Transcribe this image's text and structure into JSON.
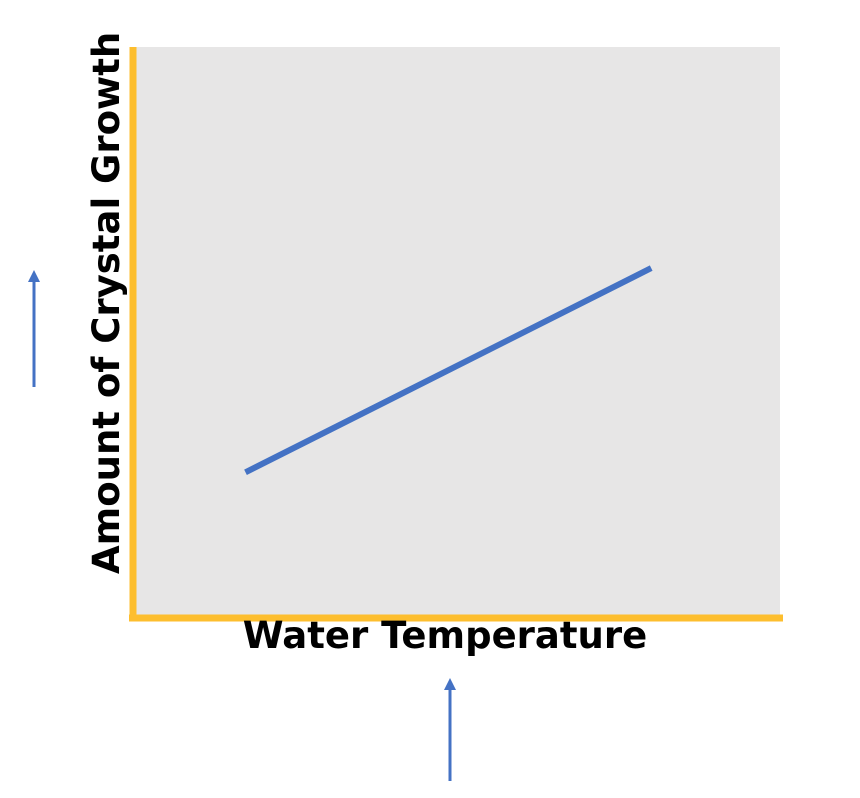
{
  "chart_data": {
    "type": "line",
    "title": "",
    "xlabel": "Water Temperature",
    "ylabel": "Amount of Crystal Growth",
    "xlim": [
      0,
      10
    ],
    "ylim": [
      0,
      10
    ],
    "grid": false,
    "series": [
      {
        "x": [
          1.7,
          8.0
        ],
        "y": [
          2.5,
          6.1
        ]
      }
    ]
  },
  "style": {
    "plot_background": "#e7e6e6",
    "axis_color": "#fdbe2e",
    "line_color": "#4472c4",
    "arrow_color": "#4472c4"
  },
  "annotations": {
    "x_arrow_icon": "up-arrow-icon",
    "y_arrow_icon": "up-arrow-icon"
  }
}
